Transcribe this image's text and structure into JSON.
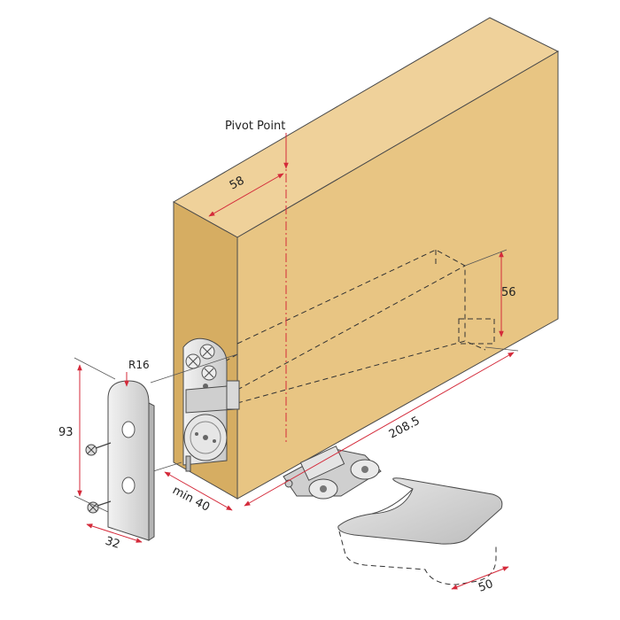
{
  "labels": {
    "pivot_point": "Pivot Point",
    "dim_58": "58",
    "dim_56": "56",
    "dim_208_5": "208.5",
    "dim_r16": "R16",
    "dim_93": "93",
    "dim_32": "32",
    "dim_min40": "min 40",
    "dim_50": "50"
  },
  "colors": {
    "door_front": "#e8c583",
    "door_top": "#efd19a",
    "door_side": "#d6ad62",
    "dimension": "#d42a3a",
    "metal": "#dcdcdc",
    "outline": "#4a4a4a"
  }
}
